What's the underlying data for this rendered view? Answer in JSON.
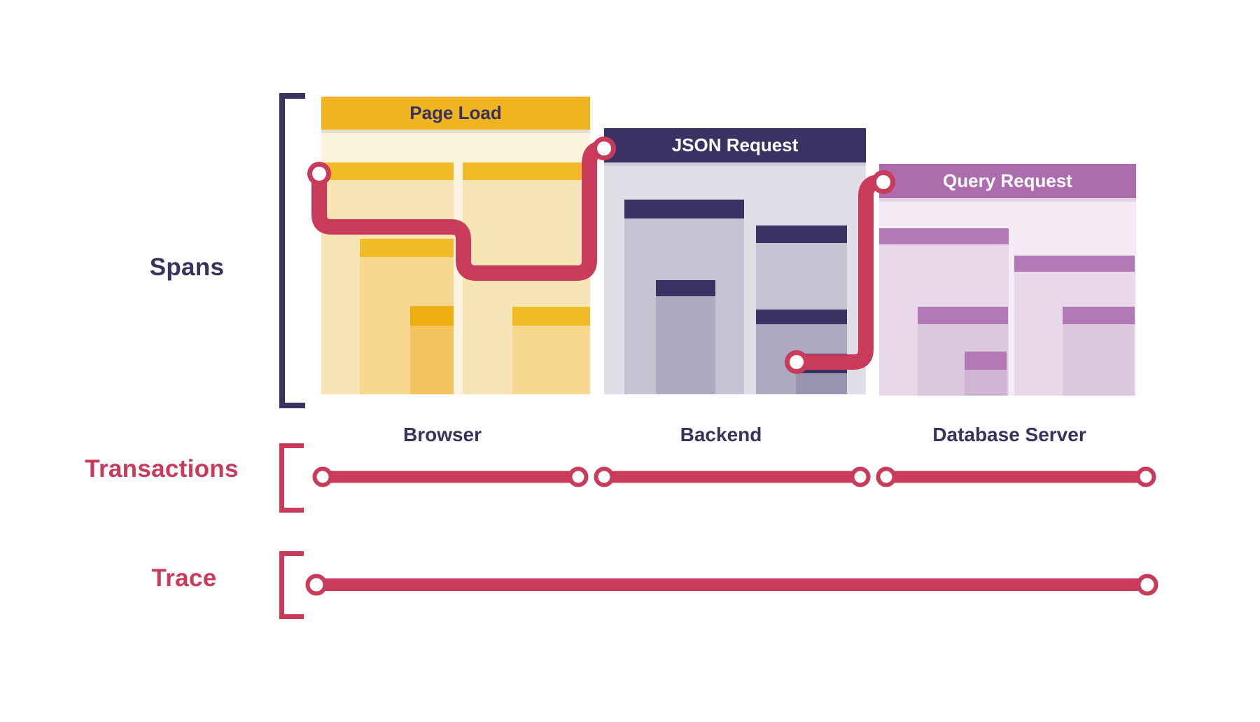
{
  "labels": {
    "spans": "Spans",
    "transactions": "Transactions",
    "trace": "Trace"
  },
  "panels": [
    {
      "title": "Page Load",
      "service": "Browser"
    },
    {
      "title": "JSON Request",
      "service": "Backend"
    },
    {
      "title": "Query Request",
      "service": "Database Server"
    }
  ],
  "colors": {
    "accent-red": "#C93A5B",
    "navy": "#3B3163",
    "text-navy": "#39315E",
    "gold": "#EFB420",
    "gold-child-header": "#F1BB28",
    "gold-body": "#FCF4DF",
    "gold-child-body": "#F8E5B5",
    "gold-grandchild-body": "#F5D78F",
    "gold-ggchild-header": "#EDAF14",
    "gold-ggchild-body": "#F2C35E",
    "backend-body": "#E1DEE8",
    "backend-child-body": "#C7C3D3",
    "backend-grandchild-body": "#AFAAC1",
    "backend-ggchild-body": "#9993AF",
    "orchid": "#AC6CAE",
    "orchid-child-header": "#B379B6",
    "orchid-body": "#F5EBF5",
    "orchid-child-body": "#E8D8EA",
    "orchid-grandchild-body": "#DCC9E0",
    "orchid-ggchild-body": "#CFB5D4"
  }
}
